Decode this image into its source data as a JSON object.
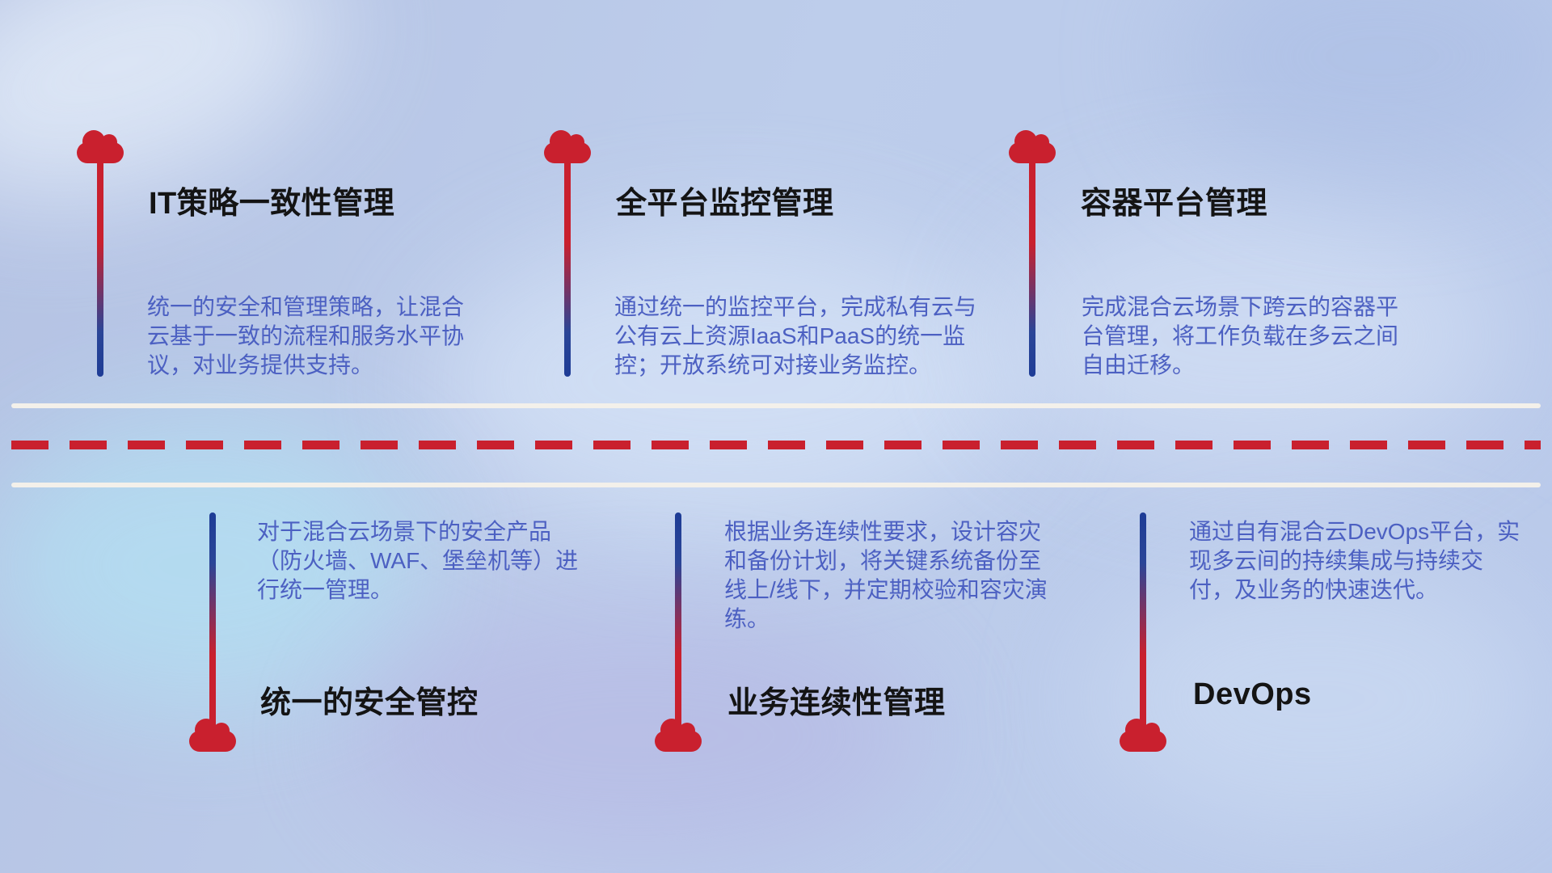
{
  "diagram": {
    "top_items": [
      {
        "title": "IT策略一致性管理",
        "description": "统一的安全和管理策略，让混合云基于一致的流程和服务水平协议，对业务提供支持。"
      },
      {
        "title": "全平台监控管理",
        "description": "通过统一的监控平台，完成私有云与公有云上资源IaaS和PaaS的统一监控；开放系统可对接业务监控。"
      },
      {
        "title": "容器平台管理",
        "description": "完成混合云场景下跨云的容器平台管理，将工作负载在多云之间自由迁移。"
      }
    ],
    "bottom_items": [
      {
        "title": "统一的安全管控",
        "description": "对于混合云场景下的安全产品（防火墙、WAF、堡垒机等）进行统一管理。"
      },
      {
        "title": "业务连续性管理",
        "description": "根据业务连续性要求，设计容灾和备份计划，将关键系统备份至线上/线下，并定期校验和容灾演练。"
      },
      {
        "title": "DevOps",
        "description": "通过自有混合云DevOps平台，实现多云间的持续集成与持续交付，及业务的快速迭代。"
      }
    ],
    "colors": {
      "cloud_red": "#c9202e",
      "connector_blue": "#1e3c96",
      "description_text": "#4c60c2",
      "title_text": "#141414",
      "divider_white": "#f3f0ea"
    }
  }
}
